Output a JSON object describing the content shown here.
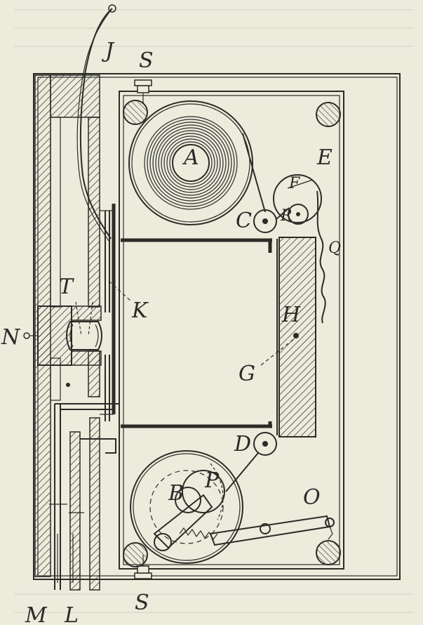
{
  "figure": {
    "labels": {
      "J": "J",
      "S_top": "S",
      "A": "A",
      "E": "E",
      "F": "F",
      "R": "R",
      "C": "C",
      "Q": "Q",
      "T": "T",
      "K": "K",
      "H": "H",
      "N": "N",
      "G": "G",
      "D": "D",
      "P": "P",
      "B": "B",
      "O": "O",
      "M": "M",
      "L": "L",
      "S_bottom": "S"
    },
    "colors": {
      "paper": "#ecebdc",
      "ink": "#2b2b28"
    }
  }
}
